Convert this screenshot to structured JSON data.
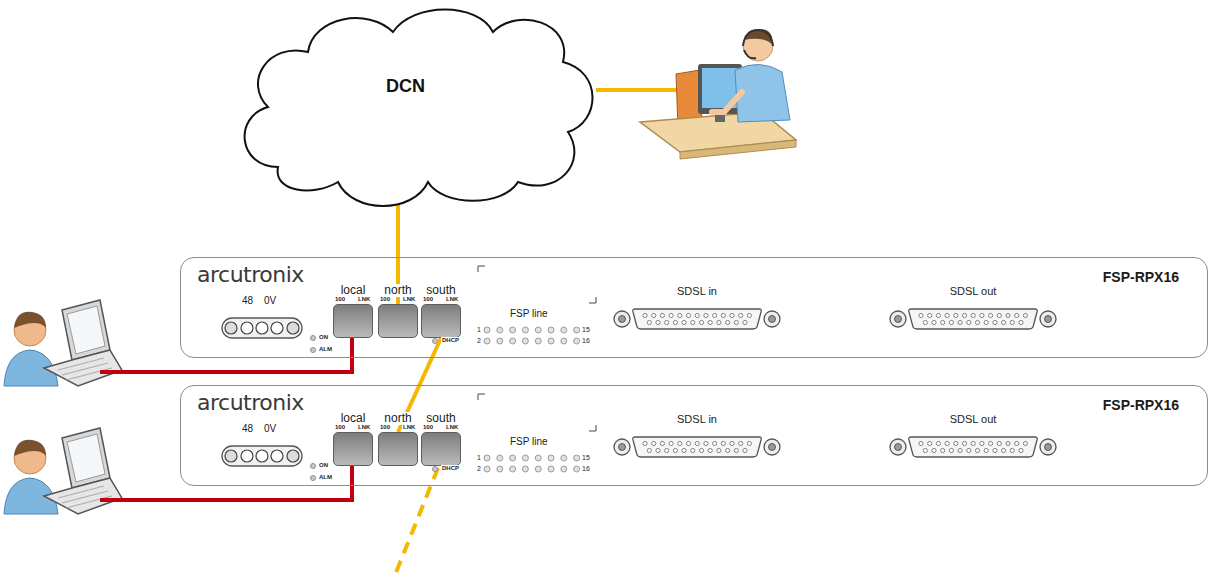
{
  "diagram": {
    "nodes": [
      {
        "text": [
          "DCN"
        ]
      },
      {
        "text": [
          "arcutronix",
          "FSP-RPX16"
        ]
      },
      {
        "text": [
          "local"
        ],
        "in": 1
      },
      {
        "text": [
          "north"
        ],
        "in": 1
      },
      {
        "text": [
          "south"
        ],
        "in": 1
      },
      {
        "text": [
          "SDSL in"
        ],
        "in": 1
      },
      {
        "text": [
          "SDSL out"
        ],
        "in": 1
      },
      {
        "text": [
          "arcutronix",
          "FSP-RPX16"
        ]
      },
      {
        "text": [
          "local"
        ],
        "in": 7
      },
      {
        "text": [
          "north"
        ],
        "in": 7
      },
      {
        "text": [
          "south"
        ],
        "in": 7
      },
      {
        "text": [
          "SDSL in"
        ],
        "in": 7
      },
      {
        "text": [
          "SDSL out"
        ],
        "in": 7
      }
    ],
    "edges": [
      {
        "from": 0,
        "to": 3,
        "arrow": "none"
      },
      {
        "from": 4,
        "to": 9,
        "arrow": "none"
      }
    ],
    "labels": [
      "48",
      "0V",
      "ON",
      "ALM",
      "100",
      "LNK",
      "100",
      "LNK",
      "100",
      "LNK",
      "DHCP",
      "FSP line",
      "1",
      "2",
      "15",
      "16",
      "48",
      "0V",
      "ON",
      "ALM",
      "100",
      "LNK",
      "100",
      "LNK",
      "100",
      "LNK",
      "DHCP",
      "FSP line",
      "1",
      "2",
      "15",
      "16"
    ]
  }
}
